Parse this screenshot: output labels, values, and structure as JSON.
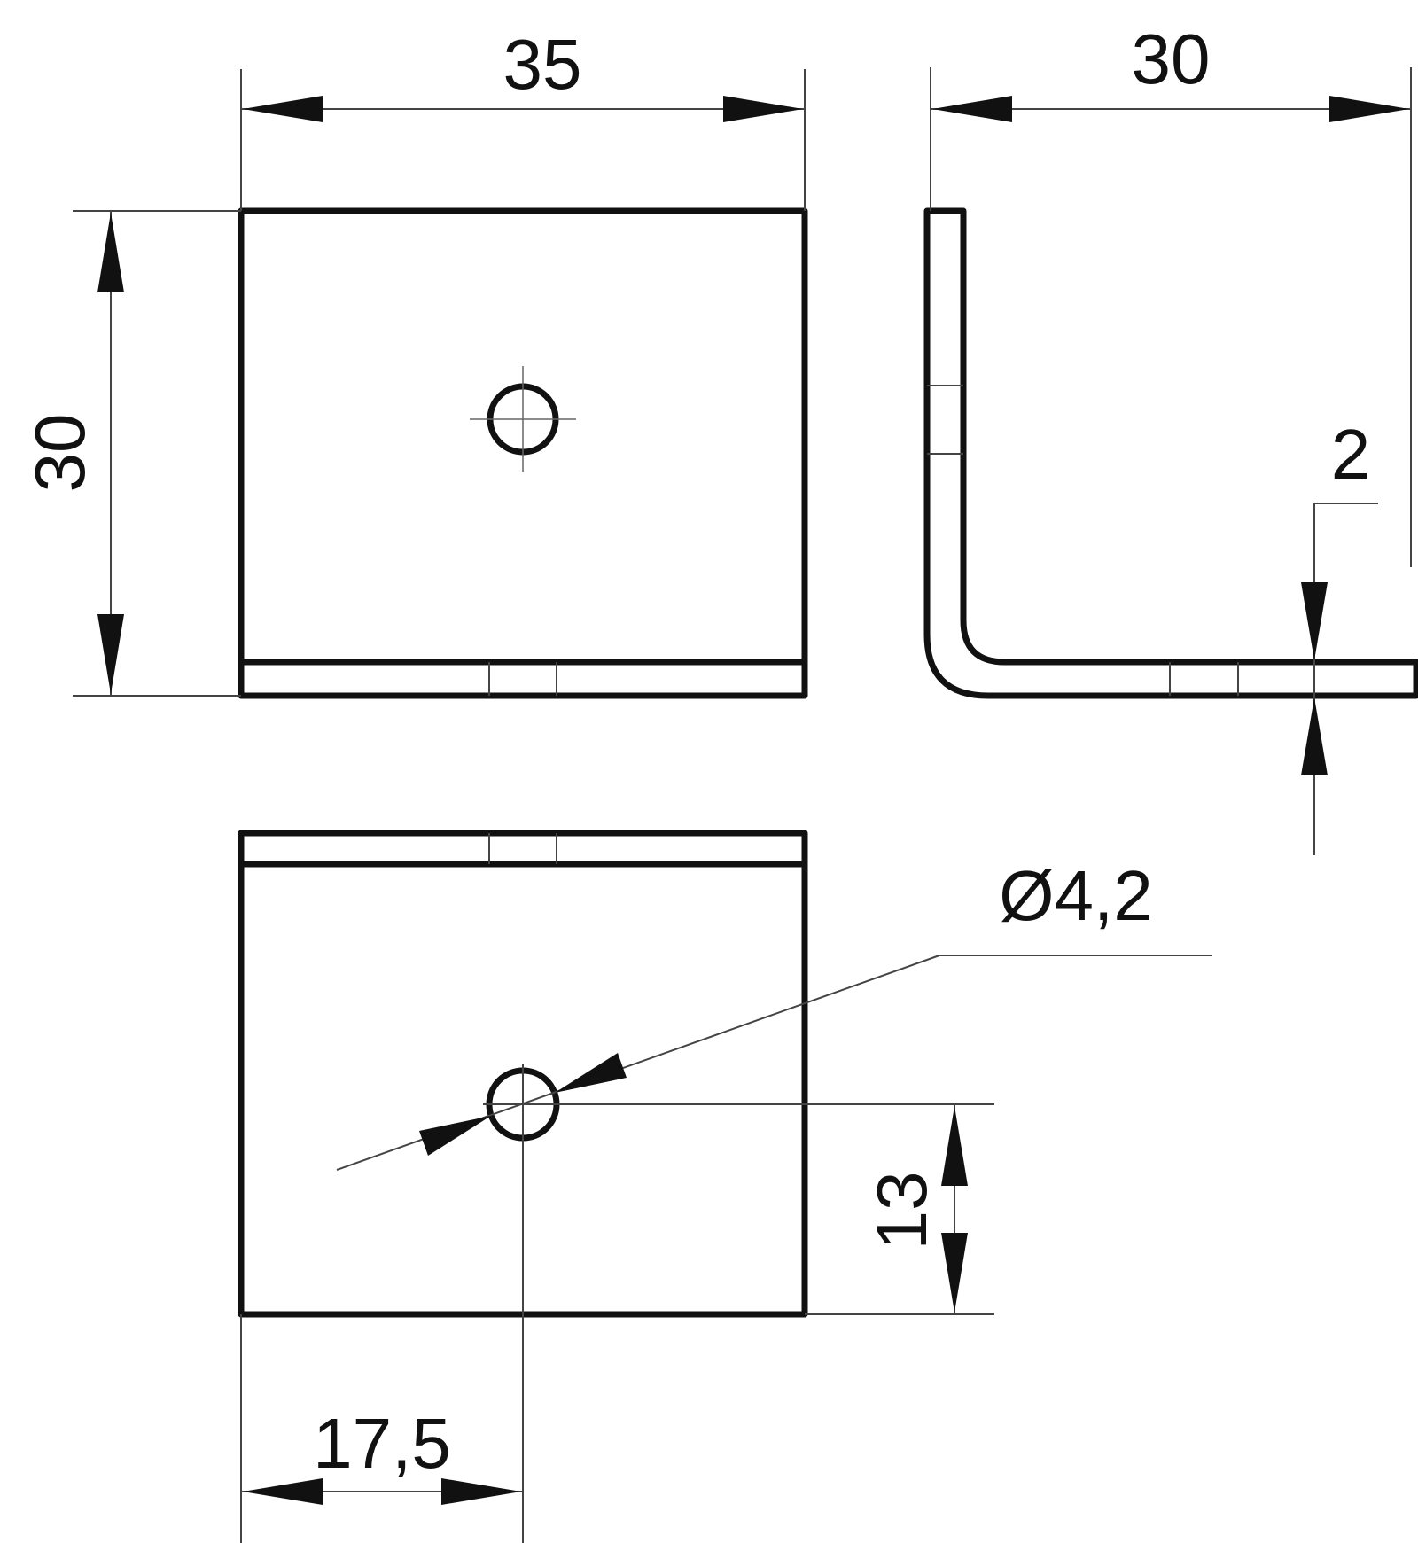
{
  "drawing": {
    "dimensions": {
      "front_width": "35",
      "front_height": "30",
      "side_width": "30",
      "thickness": "2",
      "hole_diameter": "Ø4,2",
      "hole_height": "13",
      "hole_offset": "17,5"
    }
  }
}
